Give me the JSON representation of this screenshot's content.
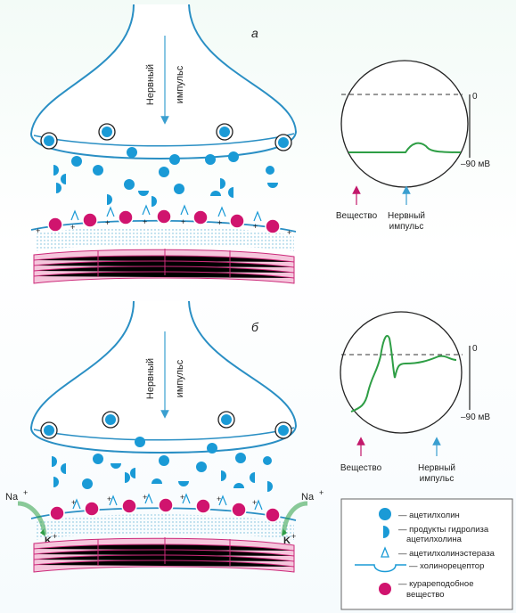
{
  "panel_a": {
    "label": "а",
    "impulse_label_line1": "Нервный",
    "impulse_label_line2": "импульс",
    "zero_label": "0",
    "mv_label": "–90 мВ",
    "substance_label": "Вещество",
    "nerve_line1": "Нервный",
    "nerve_line2": "импульс"
  },
  "panel_b": {
    "label": "б",
    "impulse_label_line1": "Нервный",
    "impulse_label_line2": "импульс",
    "zero_label": "0",
    "mv_label": "–90 мВ",
    "substance_label": "Вещество",
    "nerve_line1": "Нервный",
    "nerve_line2": "импульс",
    "na_left": "Na",
    "na_right": "Na",
    "k_left": "K",
    "k_right": "K",
    "plus": "+"
  },
  "legend": {
    "items": [
      {
        "icon": "acetylcholine-icon",
        "label_line1": "— ацетилхолин",
        "label_line2": ""
      },
      {
        "icon": "hydrolysis-products-icon",
        "label_line1": "— продукты гидролиза",
        "label_line2": "ацетилхолина"
      },
      {
        "icon": "acetylcholinesterase-icon",
        "label_line1": "— ацетилхолинэстераза",
        "label_line2": ""
      },
      {
        "icon": "cholinoreceptor-icon",
        "label_line1": "— холинорецептор",
        "label_line2": ""
      },
      {
        "icon": "curare-like-substance-icon",
        "label_line1": "— курареподобное",
        "label_line2": "вещество"
      }
    ]
  },
  "colors": {
    "acetylcholine": "#1a9ad6",
    "curare": "#d0146e",
    "muscle": "#cc2a7a",
    "trace": "#2e9e45",
    "arrow_substance": "#c2186b",
    "arrow_nerve": "#3a9fd0",
    "membrane": "#2a8fc4"
  }
}
